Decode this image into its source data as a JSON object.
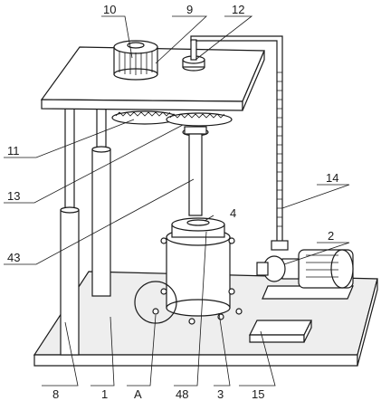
{
  "labels": {
    "l10": "10",
    "l9": "9",
    "l12": "12",
    "l11": "11",
    "l13": "13",
    "l43": "43",
    "l4": "4",
    "l14": "14",
    "l2": "2",
    "l8": "8",
    "l1": "1",
    "la": "A",
    "l48": "48",
    "l3": "3",
    "l15": "15"
  }
}
